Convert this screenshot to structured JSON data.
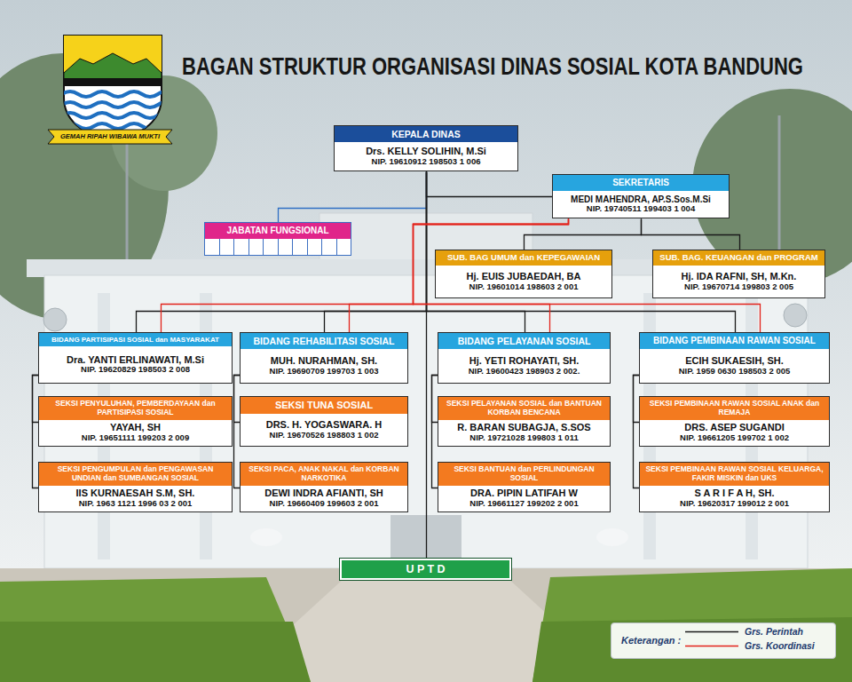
{
  "diagram": {
    "title": "BAGAN STRUKTUR ORGANISASI DINAS SOSIAL KOTA BANDUNG",
    "nodes": [
      {
        "text": [
          "KEPALA DINAS",
          "Drs. KELLY SOLIHIN, M.Si",
          "NIP. 19610912 198503 1 006"
        ]
      },
      {
        "text": [
          "SEKRETARIS",
          "MEDI MAHENDRA, AP.S.Sos.M.Si",
          "NIP. 19740511 199403 1 004"
        ]
      },
      {
        "text": [
          "JABATAN FUNGSIONAL"
        ]
      },
      {
        "text": [
          "SUB. BAG UMUM dan KEPEGAWAIAN",
          "Hj. EUIS JUBAEDAH, BA",
          "NIP. 19601014 198603 2 001"
        ]
      },
      {
        "text": [
          "SUB. BAG. KEUANGAN dan PROGRAM",
          "Hj. IDA RAFNI, SH, M.Kn.",
          "NIP. 19670714 199803 2 005"
        ]
      },
      {
        "text": [
          "BIDANG PARTISIPASI SOSIAL dan MASYARAKAT",
          "Dra. YANTI ERLINAWATI, M.Si",
          "NIP. 19620829 198503 2 008"
        ]
      },
      {
        "text": [
          "BIDANG REHABILITASI SOSIAL",
          "MUH. NURAHMAN, SH.",
          "NIP. 19690709 199703 1 003"
        ]
      },
      {
        "text": [
          "BIDANG PELAYANAN SOSIAL",
          "Hj. YETI ROHAYATI, SH.",
          "NIP. 19600423 198903 2 002."
        ]
      },
      {
        "text": [
          "BIDANG PEMBINAAN RAWAN SOSIAL",
          "ECIH SUKAESIH, SH.",
          "NIP. 1959 0630 198503 2 005"
        ]
      },
      {
        "text": [
          "SEKSI PENYULUHAN, PEMBERDAYAAN dan PARTISIPASI SOSIAL",
          "YAYAH, SH",
          "NIP. 19651111 199203 2 009"
        ]
      },
      {
        "text": [
          "SEKSI TUNA SOSIAL",
          "DRS. H. YOGASWARA. H",
          "NIP. 19670526 198803 1 002"
        ]
      },
      {
        "text": [
          "SEKSI PELAYANAN SOSIAL dan BANTUAN KORBAN BENCANA",
          "R. BARAN SUBAGJA, S.SOS",
          "NIP. 19721028 199803 1 011"
        ]
      },
      {
        "text": [
          "SEKSI PEMBINAAN RAWAN SOSIAL ANAK dan REMAJA",
          "DRS. ASEP SUGANDI",
          "NIP. 19661205 199702 1 002"
        ]
      },
      {
        "text": [
          "SEKSI PENGUMPULAN dan PENGAWASAN UNDIAN dan SUMBANGAN SOSIAL",
          "IIS KURNAESAH S.M, SH.",
          "NIP. 1963 1121 1996 03 2 001"
        ]
      },
      {
        "text": [
          "SEKSI PACA, ANAK NAKAL dan KORBAN NARKOTIKA",
          "DEWI INDRA AFIANTI, SH",
          "NIP. 19660409 199603 2 001"
        ]
      },
      {
        "text": [
          "SEKSI BANTUAN dan PERLINDUNGAN SOSIAL",
          "DRA. PIPIN LATIFAH W",
          "NIP. 19661127 199202 2 001"
        ]
      },
      {
        "text": [
          "SEKSI PEMBINAAN RAWAN SOSIAL KELUARGA, FAKIR MISKIN dan UKS",
          "S A R I F A H, SH.",
          "NIP. 19620317 199012 2 001"
        ]
      },
      {
        "text": [
          "U P T D"
        ]
      }
    ],
    "edges": [
      {
        "from": 0,
        "to": 1,
        "arrow": "none"
      },
      {
        "from": 0,
        "to": 2,
        "arrow": "none"
      },
      {
        "from": 1,
        "to": 3,
        "arrow": "none"
      },
      {
        "from": 1,
        "to": 4,
        "arrow": "none"
      },
      {
        "from": 0,
        "to": 5,
        "arrow": "none"
      },
      {
        "from": 0,
        "to": 6,
        "arrow": "none"
      },
      {
        "from": 0,
        "to": 7,
        "arrow": "none"
      },
      {
        "from": 0,
        "to": 8,
        "arrow": "none"
      },
      {
        "from": 5,
        "to": 9,
        "arrow": "none"
      },
      {
        "from": 5,
        "to": 13,
        "arrow": "none"
      },
      {
        "from": 6,
        "to": 10,
        "arrow": "none"
      },
      {
        "from": 6,
        "to": 14,
        "arrow": "none"
      },
      {
        "from": 7,
        "to": 11,
        "arrow": "none"
      },
      {
        "from": 7,
        "to": 15,
        "arrow": "none"
      },
      {
        "from": 8,
        "to": 12,
        "arrow": "none"
      },
      {
        "from": 8,
        "to": 16,
        "arrow": "none"
      },
      {
        "from": 0,
        "to": 17,
        "arrow": "none"
      },
      {
        "from": 1,
        "to": 5,
        "arrow": "none"
      },
      {
        "from": 1,
        "to": 6,
        "arrow": "none"
      },
      {
        "from": 1,
        "to": 7,
        "arrow": "none"
      },
      {
        "from": 1,
        "to": 8,
        "arrow": "none"
      }
    ],
    "labels": [
      "GEMAH RIPAH WIBAWA MUKTI",
      "Keterangan :"
    ],
    "legend": [
      {
        "text": "Grs. Perintah"
      },
      {
        "text": "Grs. Koordinasi"
      }
    ]
  }
}
